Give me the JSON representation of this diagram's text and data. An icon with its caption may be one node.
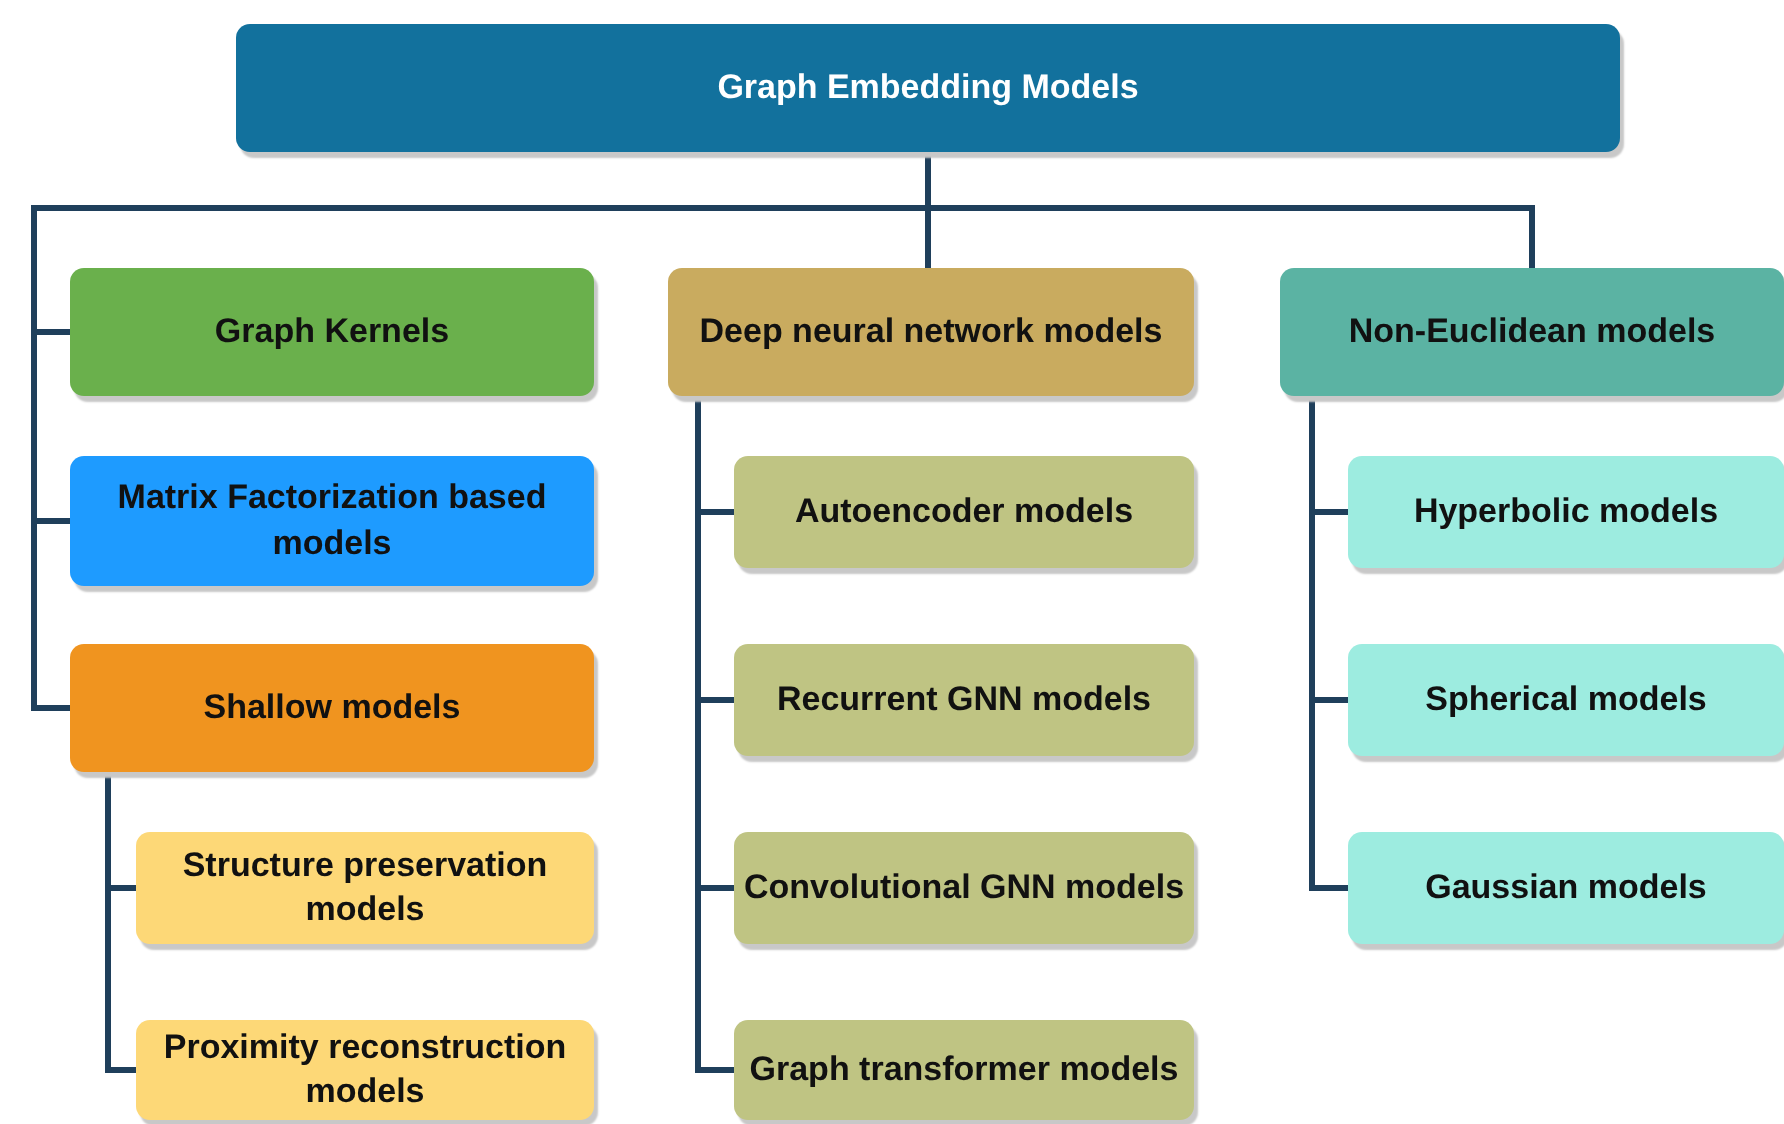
{
  "diagram": {
    "nodes": [
      {
        "text": [
          "Graph Embedding Models"
        ]
      },
      {
        "text": [
          "Graph Kernels"
        ]
      },
      {
        "text": [
          "Matrix Factorization based models"
        ]
      },
      {
        "text": [
          "Shallow models"
        ]
      },
      {
        "text": [
          "Structure preservation models"
        ]
      },
      {
        "text": [
          "Proximity reconstruction models"
        ]
      },
      {
        "text": [
          "Deep neural network models"
        ]
      },
      {
        "text": [
          "Autoencoder models"
        ]
      },
      {
        "text": [
          "Recurrent GNN models"
        ]
      },
      {
        "text": [
          "Convolutional GNN models"
        ]
      },
      {
        "text": [
          "Graph transformer models"
        ]
      },
      {
        "text": [
          "Non-Euclidean models"
        ]
      },
      {
        "text": [
          "Hyperbolic models"
        ]
      },
      {
        "text": [
          "Spherical models"
        ]
      },
      {
        "text": [
          "Gaussian models"
        ]
      }
    ],
    "edges": [
      {
        "from": 0,
        "to": 1,
        "arrow": "none"
      },
      {
        "from": 0,
        "to": 2,
        "arrow": "none"
      },
      {
        "from": 0,
        "to": 3,
        "arrow": "none"
      },
      {
        "from": 0,
        "to": 6,
        "arrow": "none"
      },
      {
        "from": 0,
        "to": 11,
        "arrow": "none"
      },
      {
        "from": 3,
        "to": 4,
        "arrow": "none"
      },
      {
        "from": 3,
        "to": 5,
        "arrow": "none"
      },
      {
        "from": 6,
        "to": 7,
        "arrow": "none"
      },
      {
        "from": 6,
        "to": 8,
        "arrow": "none"
      },
      {
        "from": 6,
        "to": 9,
        "arrow": "none"
      },
      {
        "from": 6,
        "to": 10,
        "arrow": "none"
      },
      {
        "from": 11,
        "to": 12,
        "arrow": "none"
      },
      {
        "from": 11,
        "to": 13,
        "arrow": "none"
      },
      {
        "from": 11,
        "to": 14,
        "arrow": "none"
      }
    ]
  }
}
